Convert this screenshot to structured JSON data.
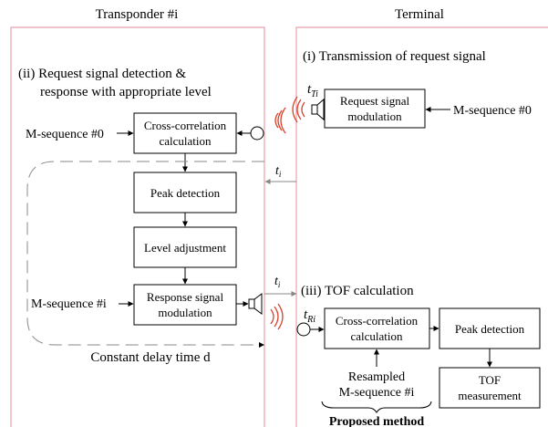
{
  "panels": {
    "transponder_title": "Transponder #i",
    "terminal_title": "Terminal"
  },
  "terminal": {
    "step1": "(i) Transmission of request signal",
    "t_T_label": "t",
    "t_T_sub": "Ti",
    "request_box": [
      "Request signal",
      "modulation"
    ],
    "mseq0": "M-sequence #0",
    "step3": "(iii) TOF calculation",
    "t_R_label": "t",
    "t_R_sub": "Ri",
    "xcorr_box": [
      "Cross-correlation",
      "calculation"
    ],
    "peak_box": "Peak detection",
    "tof_box": [
      "TOF",
      "measurement"
    ],
    "resampled": [
      "Resampled",
      "M-sequence #i"
    ],
    "proposed": "Proposed method"
  },
  "transponder": {
    "step2": [
      "(ii) Request signal  detection &",
      "response with appropriate level"
    ],
    "mseq0": "M-sequence #0",
    "xcorr_box": [
      "Cross-correlation",
      "calculation"
    ],
    "peak_box": "Peak detection",
    "level_box": "Level adjustment",
    "mseqi": "M-sequence #i",
    "response_box": [
      "Response signal",
      "modulation"
    ],
    "delay_label": "Constant delay time d"
  },
  "signals": {
    "t_i_in": "t",
    "t_i_in_sub": "i",
    "t_i_out": "t",
    "t_i_out_sub": "i"
  }
}
